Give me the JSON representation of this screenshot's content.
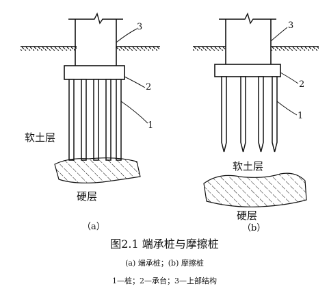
{
  "diagram_a": {
    "num_3": "3",
    "num_2": "2",
    "num_1": "1",
    "soft_soil": "软土层",
    "hard_soil": "硬层",
    "sublabel": "（a）"
  },
  "diagram_b": {
    "num_3": "3",
    "num_2": "2",
    "num_1": "1",
    "soft_soil": "软土层",
    "hard_soil": "硬层",
    "sublabel": "（b）"
  },
  "caption": {
    "title": "图2.1  端承桩与摩擦桩",
    "line1": "(a)  端承桩；(b)  摩擦桩",
    "line2": "1—桩；2—承台；3—上部结构"
  },
  "colors": {
    "ink": "#111111",
    "background": "#ffffff"
  }
}
